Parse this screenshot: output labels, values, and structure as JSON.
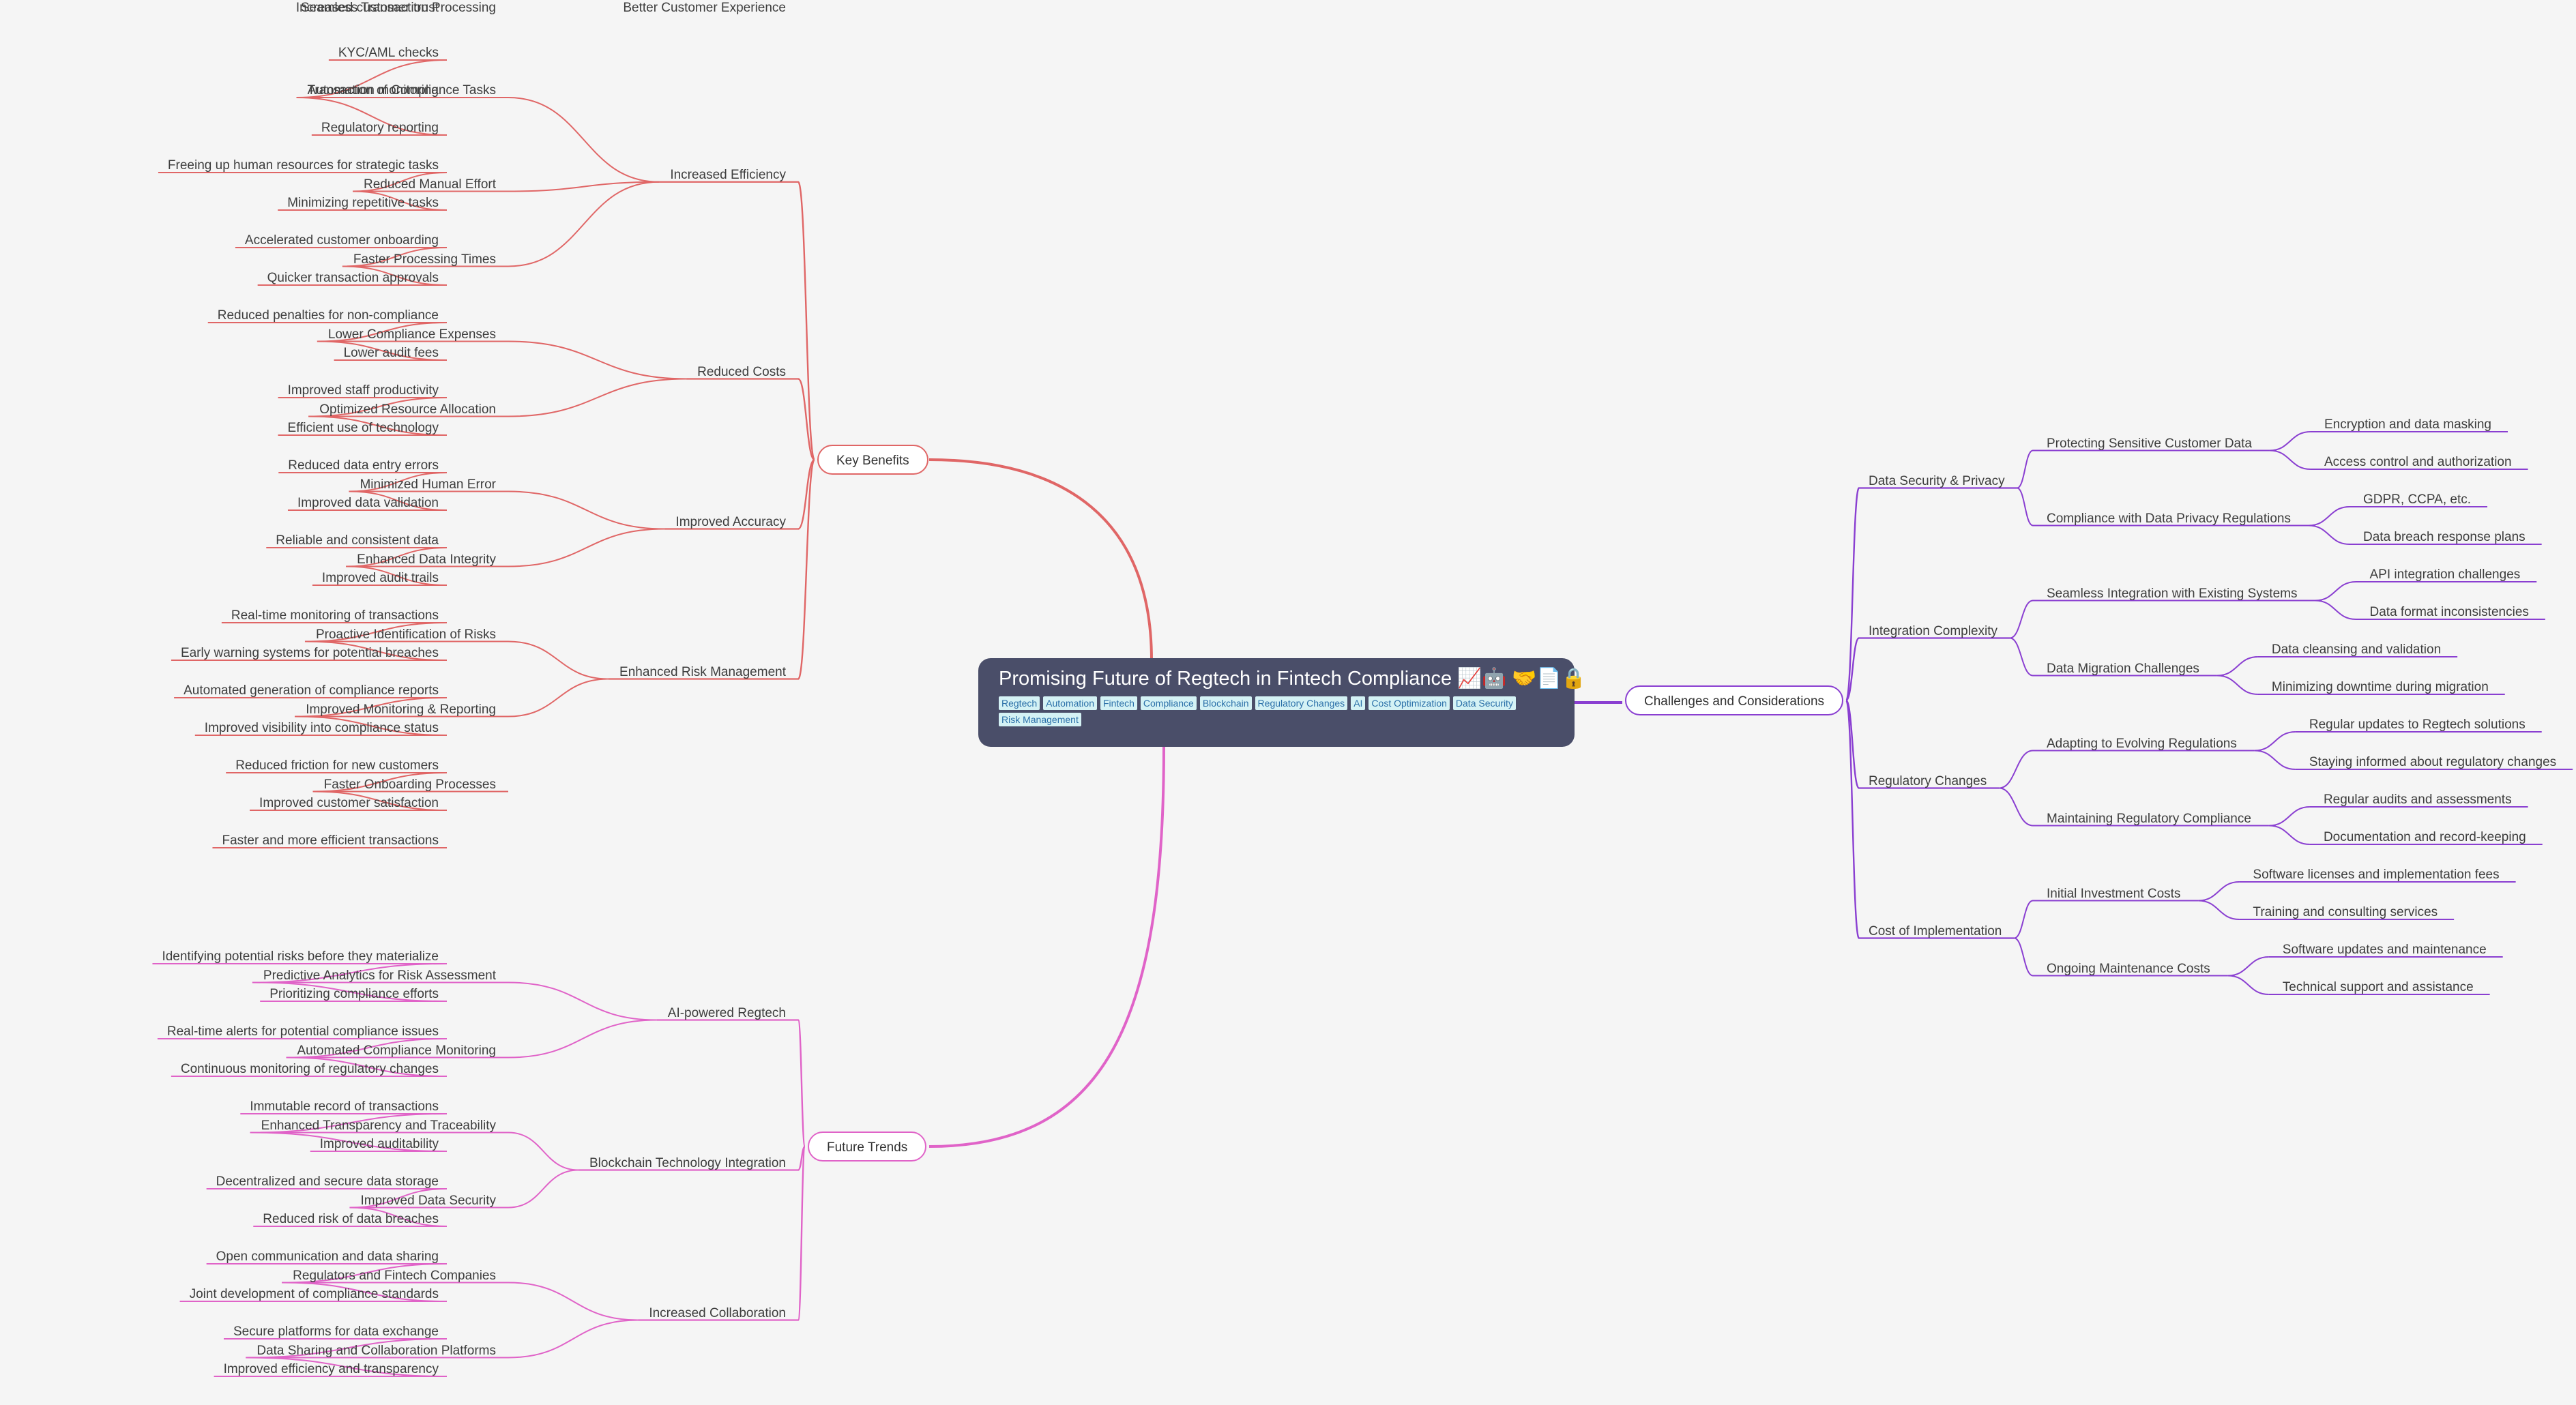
{
  "root": {
    "title": "Promising Future of Regtech in Fintech Compliance 📈🤖  🤝📄🔒",
    "tags": [
      "Regtech",
      "Automation",
      "Fintech",
      "Compliance",
      "Blockchain",
      "Regulatory Changes",
      "AI",
      "Cost Optimization",
      "Data Security",
      "Risk Management"
    ]
  },
  "colors": {
    "key_benefits": "#e06666",
    "future_trends": "#e063c8",
    "challenges": "#8a3fd1",
    "root_bg": "#4a4e69",
    "tag_bg": "#d4f2f5",
    "tag_text": "#2a6fa8"
  },
  "branches": {
    "key_benefits": {
      "label": "Key Benefits",
      "children": [
        {
          "label": "Increased Efficiency",
          "children": [
            {
              "label": "Automation of Compliance Tasks",
              "children": [
                "KYC/AML checks",
                "Transaction monitoring",
                "Regulatory reporting"
              ]
            },
            {
              "label": "Reduced Manual Effort",
              "children": [
                "Freeing up human resources for strategic tasks",
                "Minimizing repetitive tasks"
              ]
            },
            {
              "label": "Faster Processing Times",
              "children": [
                "Accelerated customer onboarding",
                "Quicker transaction approvals"
              ]
            }
          ]
        },
        {
          "label": "Reduced Costs",
          "children": [
            {
              "label": "Lower Compliance Expenses",
              "children": [
                "Reduced penalties for non-compliance",
                "Lower audit fees"
              ]
            },
            {
              "label": "Optimized Resource Allocation",
              "children": [
                "Improved staff productivity",
                "Efficient use of technology"
              ]
            }
          ]
        },
        {
          "label": "Improved Accuracy",
          "children": [
            {
              "label": "Minimized Human Error",
              "children": [
                "Reduced data entry errors",
                "Improved data validation"
              ]
            },
            {
              "label": "Enhanced Data Integrity",
              "children": [
                "Reliable and consistent data",
                "Improved audit trails"
              ]
            }
          ]
        },
        {
          "label": "Enhanced Risk Management",
          "children": [
            {
              "label": "Proactive Identification of Risks",
              "children": [
                "Real-time monitoring of transactions",
                "Early warning systems for potential breaches"
              ]
            },
            {
              "label": "Improved Monitoring & Reporting",
              "children": [
                "Automated generation of compliance reports",
                "Improved visibility into compliance status"
              ]
            }
          ]
        },
        {
          "label": "Better Customer Experience",
          "children": [
            {
              "label": "Faster Onboarding Processes",
              "children": [
                "Reduced friction for new customers",
                "Improved customer satisfaction"
              ]
            },
            {
              "label": "Seamless Transaction Processing",
              "children": [
                "Faster and more efficient transactions",
                "Increased customer trust"
              ]
            }
          ]
        }
      ]
    },
    "future_trends": {
      "label": "Future Trends",
      "children": [
        {
          "label": "AI-powered Regtech",
          "children": [
            {
              "label": "Predictive Analytics for Risk Assessment",
              "children": [
                "Identifying potential risks before they materialize",
                "Prioritizing compliance efforts"
              ]
            },
            {
              "label": "Automated Compliance Monitoring",
              "children": [
                "Real-time alerts for potential compliance issues",
                "Continuous monitoring of regulatory changes"
              ]
            }
          ]
        },
        {
          "label": "Blockchain Technology Integration",
          "children": [
            {
              "label": "Enhanced Transparency and Traceability",
              "children": [
                "Immutable record of transactions",
                "Improved auditability"
              ]
            },
            {
              "label": "Improved Data Security",
              "children": [
                "Decentralized and secure data storage",
                "Reduced risk of data breaches"
              ]
            }
          ]
        },
        {
          "label": "Increased Collaboration",
          "children": [
            {
              "label": "Regulators and Fintech Companies",
              "children": [
                "Open communication and data sharing",
                "Joint development of compliance standards"
              ]
            },
            {
              "label": "Data Sharing and Collaboration Platforms",
              "children": [
                "Secure platforms for data exchange",
                "Improved efficiency and transparency"
              ]
            }
          ]
        }
      ]
    },
    "challenges": {
      "label": "Challenges and Considerations",
      "children": [
        {
          "label": "Data Security & Privacy",
          "children": [
            {
              "label": "Protecting Sensitive Customer Data",
              "children": [
                "Encryption and data masking",
                "Access control and authorization"
              ]
            },
            {
              "label": "Compliance with Data Privacy Regulations",
              "children": [
                "GDPR, CCPA, etc.",
                "Data breach response plans"
              ]
            }
          ]
        },
        {
          "label": "Integration Complexity",
          "children": [
            {
              "label": "Seamless Integration with Existing Systems",
              "children": [
                "API integration challenges",
                "Data format inconsistencies"
              ]
            },
            {
              "label": "Data Migration Challenges",
              "children": [
                "Data cleansing and validation",
                "Minimizing downtime during migration"
              ]
            }
          ]
        },
        {
          "label": "Regulatory Changes",
          "children": [
            {
              "label": "Adapting to Evolving Regulations",
              "children": [
                "Regular updates to Regtech solutions",
                "Staying informed about regulatory changes"
              ]
            },
            {
              "label": "Maintaining Regulatory Compliance",
              "children": [
                "Regular audits and assessments",
                "Documentation and record-keeping"
              ]
            }
          ]
        },
        {
          "label": "Cost of Implementation",
          "children": [
            {
              "label": "Initial Investment Costs",
              "children": [
                "Software licenses and implementation fees",
                "Training and consulting services"
              ]
            },
            {
              "label": "Ongoing Maintenance Costs",
              "children": [
                "Software updates and maintenance",
                "Technical support and assistance"
              ]
            }
          ]
        }
      ]
    }
  }
}
